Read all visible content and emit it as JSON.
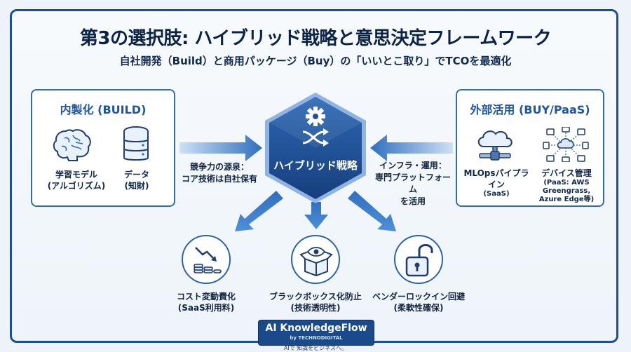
{
  "header": {
    "title": "第3の選択肢: ハイブリッド戦略と意思決定フレームワーク",
    "subtitle": "自社開発（Build）と商用パッケージ（Buy）の「いいとこ取り」でTCOを最適化"
  },
  "build_panel": {
    "title": "内製化 (BUILD)",
    "items": [
      {
        "label": "学習モデル",
        "sub": "(アルゴリズム)",
        "icon": "brain-icon"
      },
      {
        "label": "データ",
        "sub": "(知財)",
        "icon": "database-icon"
      }
    ]
  },
  "buy_panel": {
    "title": "外部活用 (BUY/PaaS)",
    "items": [
      {
        "label": "MLOpsパイプライン",
        "sub": "(SaaS)",
        "icon": "cloud-pipeline-icon"
      },
      {
        "label": "デバイス管理",
        "sub": "(PaaS: AWS Greengrass, Azure Edge等)",
        "sub_lines": [
          "(PaaS: AWS",
          "Greengrass,",
          "Azure Edge等)"
        ],
        "icon": "network-devices-icon"
      }
    ]
  },
  "left_note": {
    "lines": [
      "競争力の源泉：",
      "コア技術は自社保有"
    ]
  },
  "right_note": {
    "lines": [
      "インフラ・運用：",
      "専門プラットフォーム",
      "を活用"
    ]
  },
  "center": {
    "label": "ハイブリッド戦略",
    "icon": "gear-shuffle-icon",
    "color": "#1d4f93"
  },
  "outcomes": [
    {
      "label": "コスト変動費化",
      "sub": "(SaaS利用料)",
      "icon": "coins-down-icon"
    },
    {
      "label": "ブラックボックス化防止",
      "sub": "(技術透明性)",
      "icon": "box-eye-icon"
    },
    {
      "label": "ベンダーロックイン回避",
      "sub": "(柔軟性確保)",
      "icon": "unlock-icon"
    }
  ],
  "logo": {
    "name": "AI KnowledgeFlow",
    "by": "by TECHNODIGITAL",
    "tagline": "AIで 知識をビジネスへ。"
  },
  "colors": {
    "primary": "#1d4f93",
    "accent": "#2d6db8",
    "arrow": "#3e7fcf"
  }
}
